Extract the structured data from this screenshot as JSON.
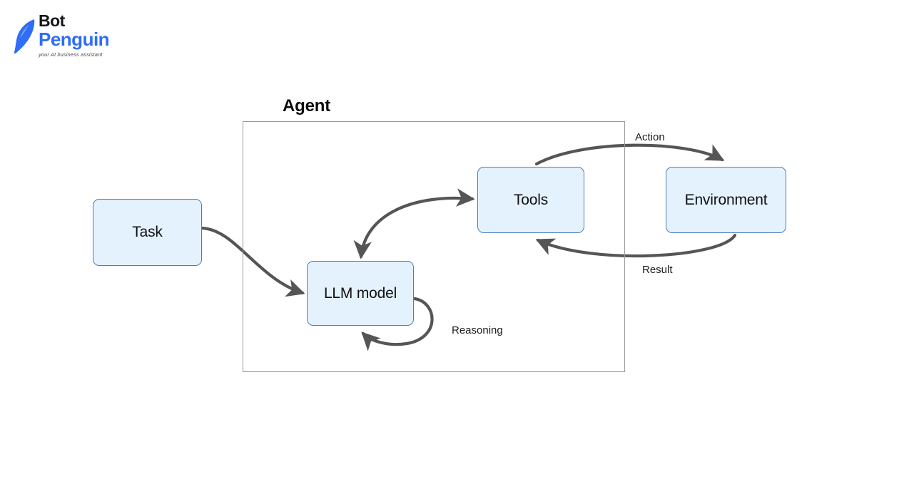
{
  "logo": {
    "mark_icon": "penguin-icon",
    "line1": "Bot",
    "line2": "Penguin",
    "tagline": "your AI business assistant",
    "brand_color": "#2f6df6",
    "text_color": "#16161a"
  },
  "diagram": {
    "container": {
      "label": "Agent",
      "border_color": "#9a9a9a"
    },
    "node_style": {
      "fill": "#e4f2fd",
      "stroke": "#4a7ebb"
    },
    "edge_color": "#555555",
    "nodes": [
      {
        "id": "task",
        "label": "Task"
      },
      {
        "id": "llm",
        "label": "LLM model"
      },
      {
        "id": "tools",
        "label": "Tools"
      },
      {
        "id": "environment",
        "label": "Environment"
      }
    ],
    "edges": [
      {
        "id": "task-to-llm",
        "label": "",
        "from": "task",
        "to": "llm",
        "arrows": "end"
      },
      {
        "id": "llm-tools",
        "label": "",
        "from": "llm",
        "to": "tools",
        "arrows": "both"
      },
      {
        "id": "tools-to-env",
        "label": "Action",
        "from": "tools",
        "to": "environment",
        "arrows": "end"
      },
      {
        "id": "env-to-tools",
        "label": "Result",
        "from": "environment",
        "to": "tools",
        "arrows": "end"
      },
      {
        "id": "llm-self-loop",
        "label": "Reasoning",
        "from": "llm",
        "to": "llm",
        "arrows": "end"
      }
    ]
  }
}
